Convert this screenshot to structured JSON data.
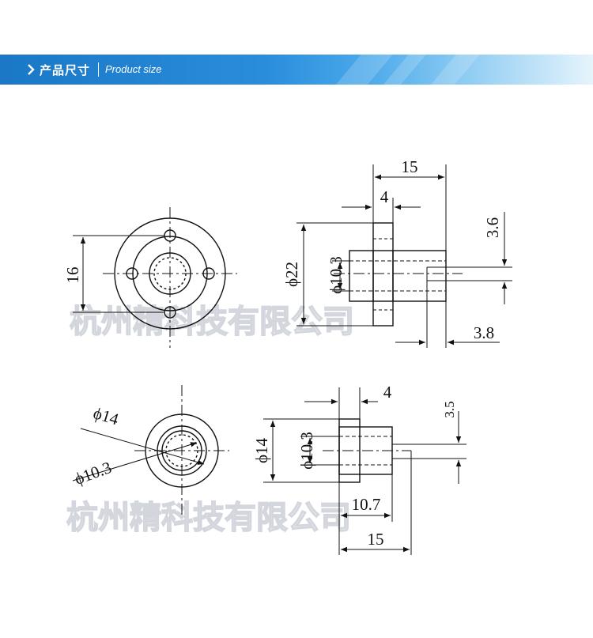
{
  "header": {
    "title_cn": "产品尺寸",
    "title_en": "Product size",
    "accent_color": "#1a78c6"
  },
  "watermark": {
    "text": "杭州精科技有限公司"
  },
  "drawing": {
    "top_front": {
      "dim_16": "16"
    },
    "top_side": {
      "dim_15": "15",
      "dim_4": "4",
      "dim_phi22": "ϕ22",
      "dim_phi103": "ϕ10.3",
      "dim_36": "3.6",
      "dim_38": "3.8"
    },
    "bottom_front": {
      "dim_phi14": "ϕ14",
      "dim_phi103": "ϕ10.3"
    },
    "bottom_side": {
      "dim_4": "4",
      "dim_35": "3.5",
      "dim_phi14": "ϕ14",
      "dim_phi103": "ϕ10.3",
      "dim_107": "10.7",
      "dim_15": "15"
    }
  }
}
